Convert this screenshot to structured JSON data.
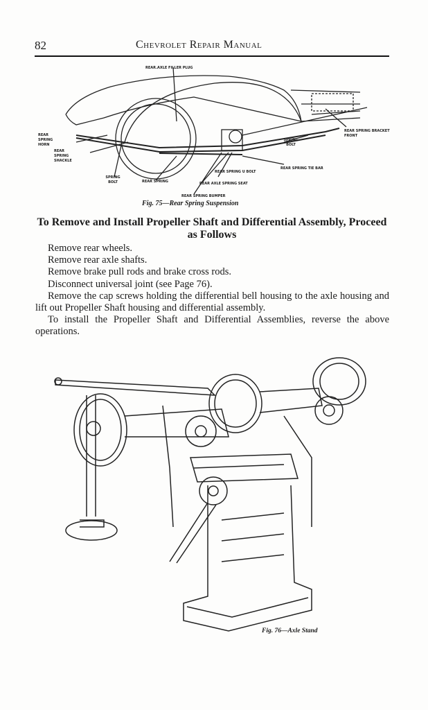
{
  "header": {
    "page_number": "82",
    "running_title": "Chevrolet Repair Manual"
  },
  "figure75": {
    "caption": "Fig. 75—Rear Spring Suspension",
    "labels": {
      "filler_plug": "REAR.AXLE FILLER PLUG",
      "spring_horn": "REAR SPRING HORN",
      "spring_shackle": "REAR SPRING SHACKLE",
      "spring_bolt_left": "SPRING BOLT",
      "rear_spring": "REAR SPRING",
      "u_bolt": "REAR SPRING U BOLT",
      "spring_seat": "REAR AXLE SPRING SEAT",
      "bumper": "REAR SPRING BUMPER",
      "tie_bar": "REAR SPRING TIE BAR",
      "spring_bolt_right": "SPRING BOLT",
      "bracket_front": "REAR SPRING BRACKET FRONT"
    }
  },
  "section": {
    "heading": "To Remove and Install Propeller Shaft and Differential Assembly, Proceed as Follows",
    "paragraphs": [
      "Remove rear wheels.",
      "Remove rear axle shafts.",
      "Remove brake pull rods and brake cross rods.",
      "Disconnect universal joint (see Page 76).",
      "Remove the cap screws holding the differential bell housing to the axle housing and lift out Propeller Shaft housing and differential assembly.",
      "To install the Propeller Shaft and Differential Assemblies, reverse the above operations."
    ]
  },
  "figure76": {
    "caption": "Fig. 76—Axle Stand"
  }
}
